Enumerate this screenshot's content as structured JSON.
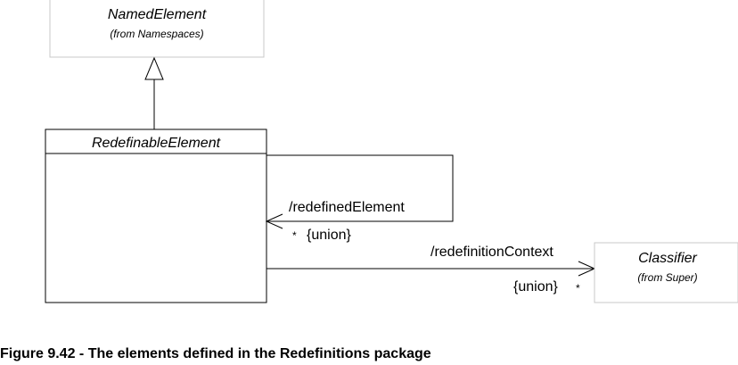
{
  "diagram": {
    "classes": {
      "named_element": {
        "name": "NamedElement",
        "package": "(from Namespaces)"
      },
      "redefinable_element": {
        "name": "RedefinableElement"
      },
      "classifier": {
        "name": "Classifier",
        "package": "(from Super)"
      }
    },
    "associations": {
      "redefined_element": {
        "role": "/redefinedElement",
        "multiplicity": "*",
        "constraint": "{union}"
      },
      "redefinition_context": {
        "role": "/redefinitionContext",
        "constraint": "{union}",
        "multiplicity": "*"
      }
    }
  },
  "caption": "Figure 9.42 - The elements defined in the Redefinitions package",
  "colors": {
    "stroke": "#000000",
    "light_box_stroke": "#c8c8c8",
    "background": "#ffffff"
  }
}
